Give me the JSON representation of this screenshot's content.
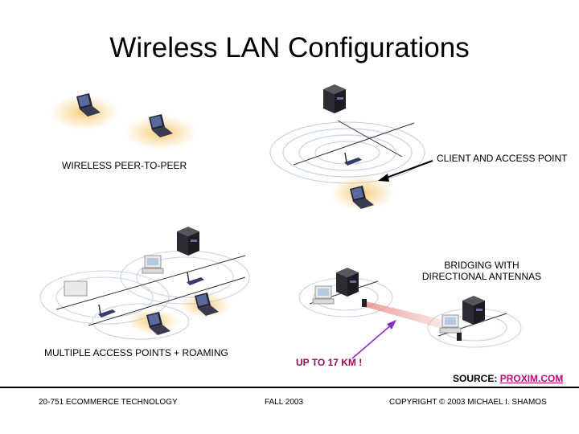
{
  "title": "Wireless LAN Configurations",
  "labels": {
    "peer_to_peer": "WIRELESS PEER-TO-PEER",
    "client_ap": "CLIENT AND ACCESS POINT",
    "bridging_line1": "BRIDGING WITH",
    "bridging_line2": "DIRECTIONAL ANTENNAS",
    "roaming": "MULTIPLE ACCESS POINTS + ROAMING",
    "range": "UP TO 17 KM !"
  },
  "source": {
    "prefix": "SOURCE:",
    "link": "PROXIM.COM"
  },
  "footer": {
    "course": "20-751 ECOMMERCE TECHNOLOGY",
    "term": "FALL 2003",
    "copyright": "COPYRIGHT © 2003 MICHAEL I. SHAMOS"
  },
  "colors": {
    "server": "#2b2b33",
    "laptop": "#24243a",
    "rings": "#c8d2e6",
    "glow": "#f6c66a",
    "beam": "#e8968f",
    "arrow_purple": "#8a2bc8",
    "link": "#c0087d"
  }
}
